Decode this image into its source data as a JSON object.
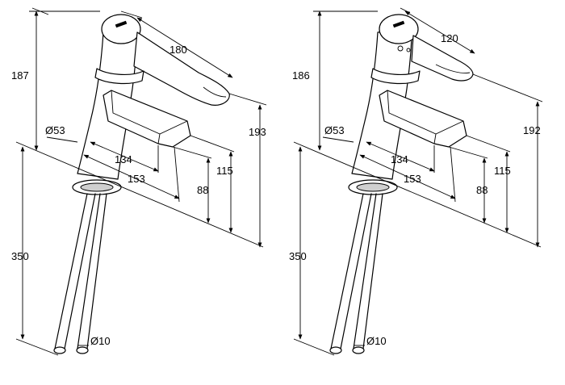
{
  "drawing": {
    "left_faucet": {
      "lever_length": "180",
      "height_total": "187",
      "height_spout_plane": "193",
      "base_diameter": "Ø53",
      "spout_reach_a": "134",
      "spout_reach_b": "153",
      "spout_height_a": "88",
      "spout_height_b": "115",
      "hose_length": "350",
      "hose_diameter": "Ø10"
    },
    "right_faucet": {
      "lever_length": "120",
      "height_total": "186",
      "height_spout_plane": "192",
      "base_diameter": "Ø53",
      "spout_reach_a": "134",
      "spout_reach_b": "153",
      "spout_height_a": "88",
      "spout_height_b": "115",
      "hose_length": "350",
      "hose_diameter": "Ø10"
    }
  }
}
